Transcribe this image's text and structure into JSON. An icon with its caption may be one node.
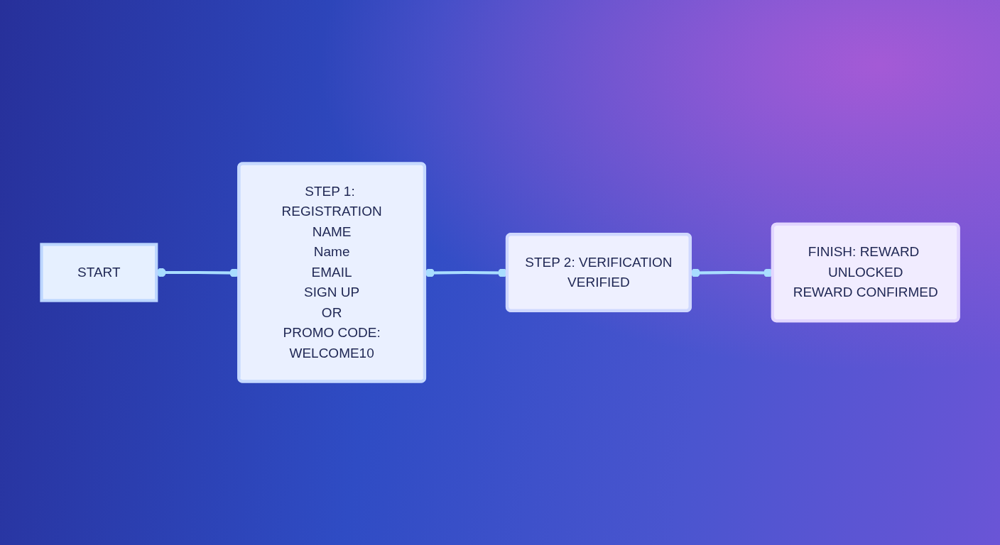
{
  "diagram": {
    "nodes": [
      {
        "text": [
          "START"
        ]
      },
      {
        "text": [
          "STEP 1: REGISTRATION",
          "NAME",
          "Name",
          "EMAIL",
          "SIGN UP",
          "OR",
          "PROMO CODE:",
          "WELCOME10"
        ]
      },
      {
        "text": [
          "STEP 2: VERIFICATION",
          "VERIFIED"
        ]
      },
      {
        "text": [
          "FINISH: REWARD UNLOCKED",
          "REWARD CONFIRMED"
        ]
      }
    ],
    "edges": [
      {
        "from": 0,
        "to": 1,
        "arrow": "other"
      },
      {
        "from": 1,
        "to": 2,
        "arrow": "other"
      },
      {
        "from": 2,
        "to": 3,
        "arrow": "other"
      }
    ]
  }
}
